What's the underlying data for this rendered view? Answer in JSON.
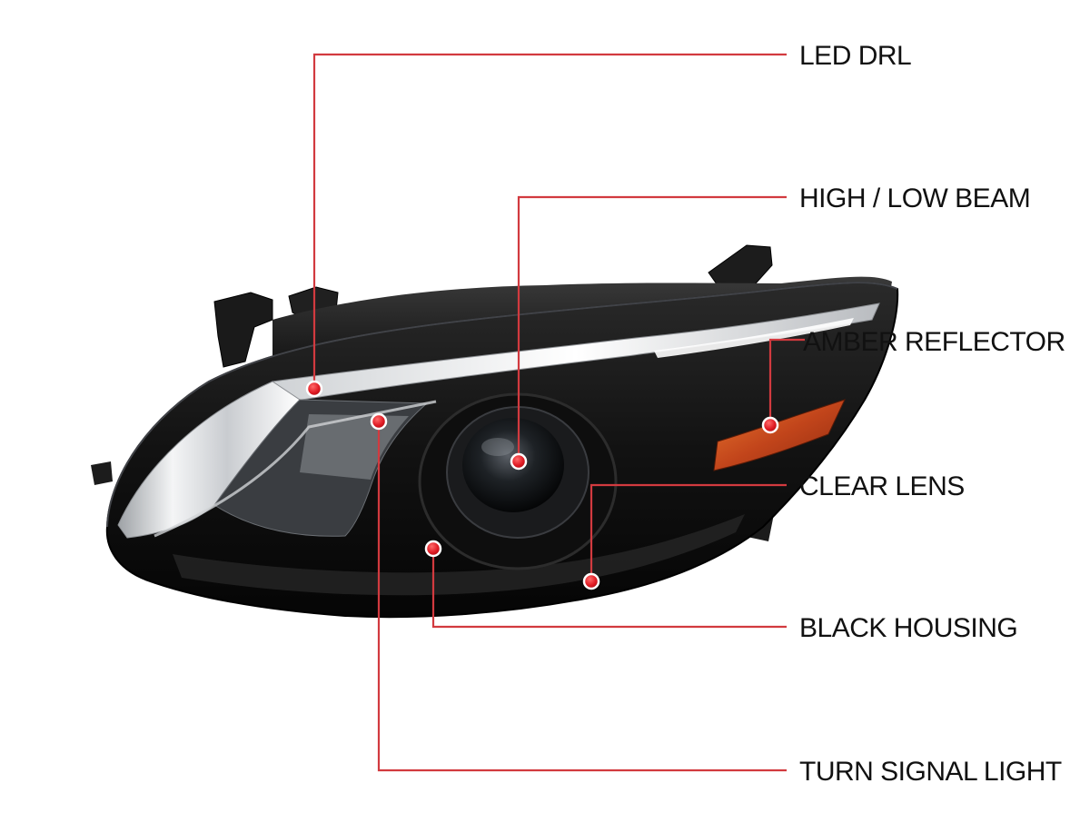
{
  "colors": {
    "leader_line": "#d23a3f",
    "marker_fill": "#e01b24",
    "marker_ring": "#ffffff",
    "label_text": "#111111",
    "housing": "#141414",
    "chrome": "#d8dadd",
    "amber": "#c8501c"
  },
  "callouts": [
    {
      "id": "led-drl",
      "label": "LED DRL"
    },
    {
      "id": "high-low-beam",
      "label": "HIGH / LOW BEAM"
    },
    {
      "id": "amber-reflector",
      "label": "AMBER REFLECTOR"
    },
    {
      "id": "clear-lens",
      "label": "CLEAR LENS"
    },
    {
      "id": "black-housing",
      "label": "BLACK HOUSING"
    },
    {
      "id": "turn-signal-light",
      "label": "TURN SIGNAL LIGHT"
    }
  ]
}
